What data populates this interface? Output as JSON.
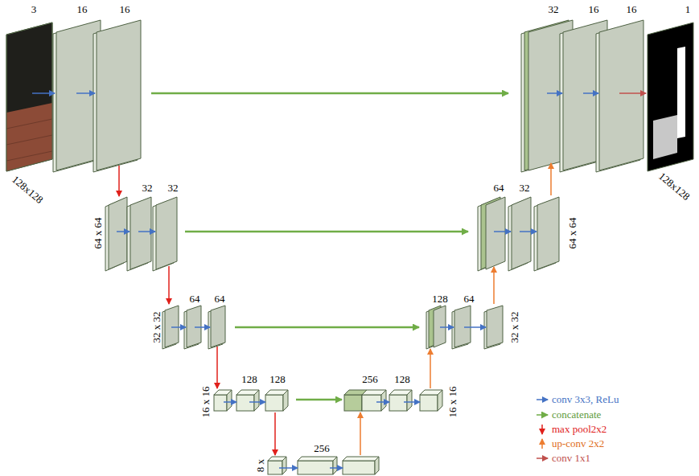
{
  "diagram": {
    "labels": [
      "3",
      "16",
      "16",
      "32",
      "16",
      "16",
      "1",
      "128x128",
      "128x128",
      "32",
      "32",
      "64 x 64",
      "64",
      "32",
      "64 x 64",
      "64",
      "64",
      "32 x 32",
      "128",
      "64",
      "32 x 32",
      "128",
      "128",
      "16 x 16",
      "256",
      "128",
      "16 x 16",
      "256",
      "8 x"
    ],
    "legend": [
      {
        "text": "conv 3x3, ReLu"
      },
      {
        "text": "concatenate"
      },
      {
        "text": "max pool2x2"
      },
      {
        "text": "up-conv 2x2"
      },
      {
        "text": "conv 1x1"
      }
    ]
  }
}
